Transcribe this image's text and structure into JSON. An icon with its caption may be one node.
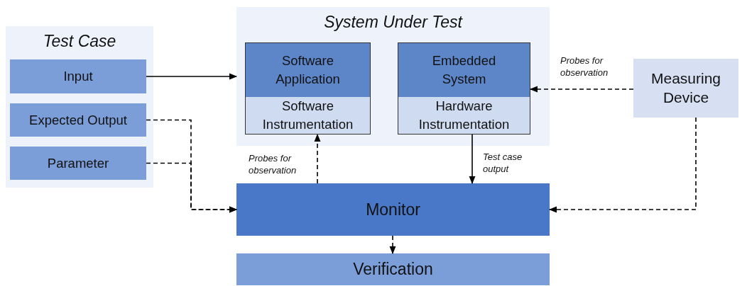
{
  "diagram": {
    "nodes": [
      {
        "text": [
          "Test Case"
        ]
      },
      {
        "text": [
          "Input"
        ],
        "in": 0
      },
      {
        "text": [
          "Expected Output"
        ],
        "in": 0
      },
      {
        "text": [
          "Parameter"
        ],
        "in": 0
      },
      {
        "text": [
          "System Under Test"
        ]
      },
      {
        "text": [
          "Software Application",
          "Software Instrumentation"
        ],
        "in": 4
      },
      {
        "text": [
          "Embedded System",
          "Hardware Instrumentation"
        ],
        "in": 4
      },
      {
        "text": [
          "Measuring Device"
        ]
      },
      {
        "text": [
          "Monitor"
        ]
      },
      {
        "text": [
          "Verification"
        ]
      }
    ],
    "edges": [
      {
        "from": 1,
        "to": 4,
        "arrow": "to"
      },
      {
        "from": 2,
        "to": 8,
        "arrow": "to",
        "style": "dashed"
      },
      {
        "from": 3,
        "to": 8,
        "arrow": "to",
        "style": "dashed"
      },
      {
        "from": 8,
        "to": 5,
        "arrow": "to",
        "style": "dashed",
        "label": "Probes for observation"
      },
      {
        "from": 7,
        "to": 6,
        "arrow": "to",
        "style": "dashed",
        "label": "Probes for observation"
      },
      {
        "from": 6,
        "to": 8,
        "arrow": "to",
        "label": "Test case output"
      },
      {
        "from": 7,
        "to": 8,
        "arrow": "to",
        "style": "dashed"
      },
      {
        "from": 8,
        "to": 9,
        "arrow": "to",
        "style": "dashed"
      }
    ]
  }
}
